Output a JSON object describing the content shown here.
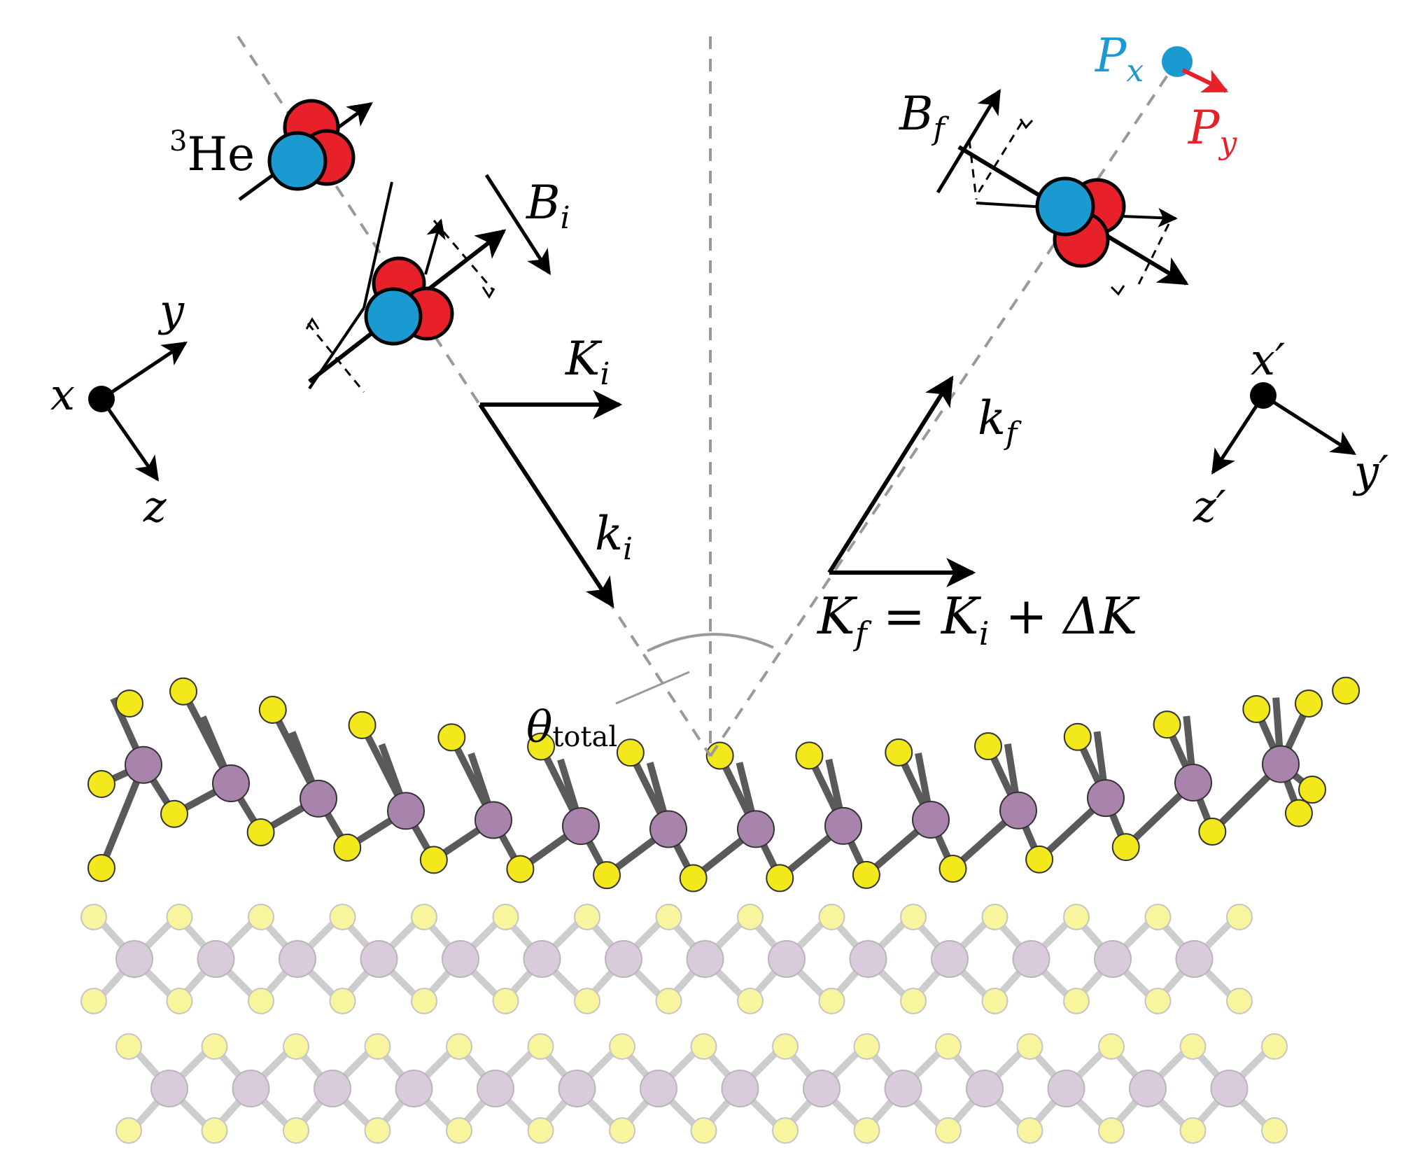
{
  "labels": {
    "he3_sup": "3",
    "he3_main": "He",
    "B_i": "B",
    "B_i_sub": "i",
    "B_f": "B",
    "B_f_sub": "f",
    "K_i": "K",
    "K_i_sub": "i",
    "k_i": "k",
    "k_i_sub": "i",
    "k_f": "k",
    "k_f_sub": "f",
    "K_f_eq_1": "K",
    "K_f_eq_1_sub": "f",
    "K_f_eq_2": " = K",
    "K_f_eq_2_sub": "i",
    "K_f_eq_3": " + ΔK",
    "P_x": "P",
    "P_x_sub": "x",
    "P_y": "P",
    "P_y_sub": "y",
    "theta": "θ",
    "theta_sub": "total",
    "axis_left": {
      "x": "x",
      "y": "y",
      "z": "z"
    },
    "axis_right": {
      "x": "x′",
      "y": "y′",
      "z": "z′"
    }
  },
  "colors": {
    "sulfur": "#f2e81c",
    "metal": "#a884ad",
    "bond": "#5a5a5a",
    "proton_red": "#e8202a",
    "neutron_blue": "#1a9ad0",
    "dashed_line": "#999999",
    "Px": "#1a9ad0",
    "Py": "#e8202a"
  }
}
